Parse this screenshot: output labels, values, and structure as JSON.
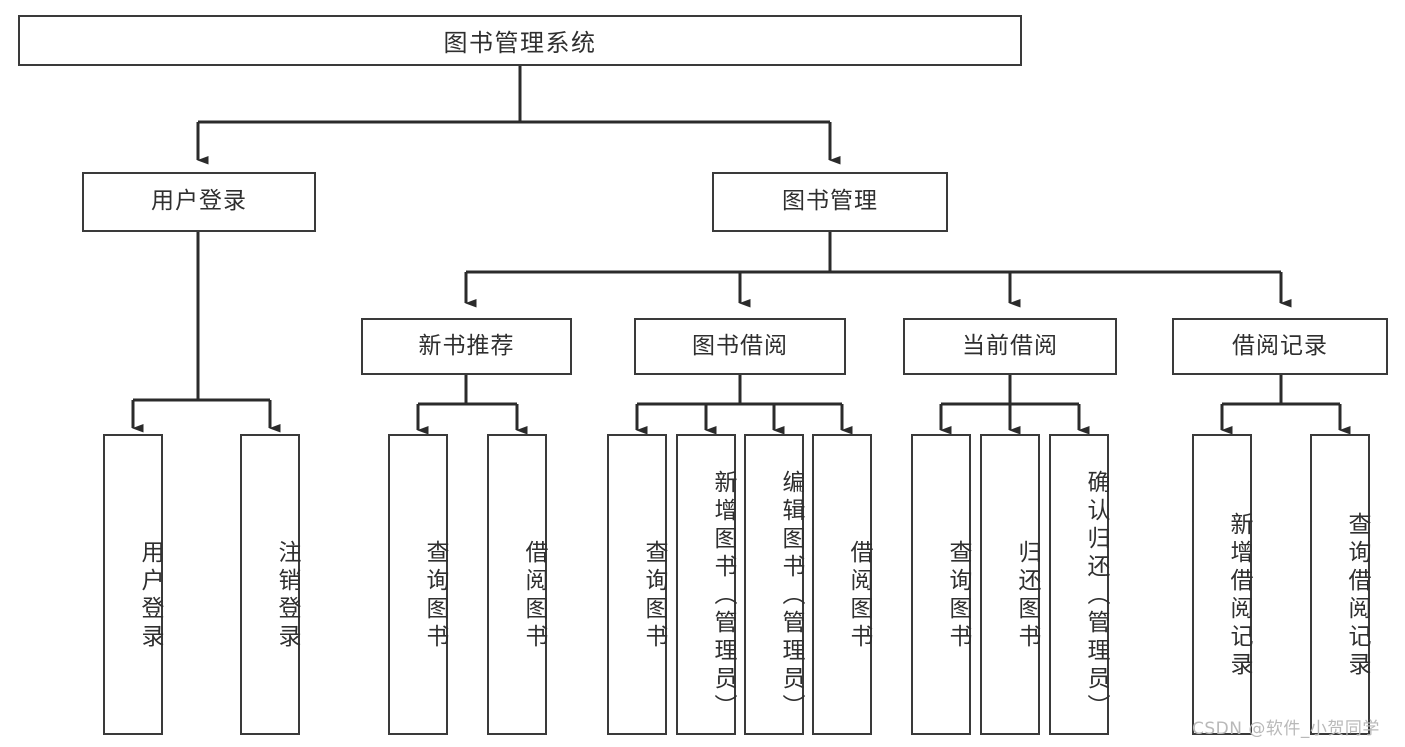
{
  "diagram": {
    "title": "图书管理系统",
    "type": "tree",
    "orientation": "top-down",
    "colors": {
      "background": "#ffffff",
      "box_border": "#3a3a3a",
      "box_fill": "#ffffff",
      "text": "#2f2f2f",
      "connector": "#2b2b2b",
      "watermark": "#b9b9b9"
    },
    "root": {
      "label": "图书管理系统"
    },
    "level2": [
      {
        "label": "用户登录"
      },
      {
        "label": "图书管理"
      }
    ],
    "level3": [
      {
        "label": "新书推荐"
      },
      {
        "label": "图书借阅"
      },
      {
        "label": "当前借阅"
      },
      {
        "label": "借阅记录"
      }
    ],
    "leaves": {
      "user_login": [
        {
          "label": "用户登录"
        },
        {
          "label": "注销登录"
        }
      ],
      "new_book_recommend": [
        {
          "label": "查询图书"
        },
        {
          "label": "借阅图书"
        }
      ],
      "book_borrow": [
        {
          "label": "查询图书"
        },
        {
          "label": "新增图书（管理员）"
        },
        {
          "label": "编辑图书（管理员）"
        },
        {
          "label": "借阅图书"
        }
      ],
      "current_borrow": [
        {
          "label": "查询图书"
        },
        {
          "label": "归还图书"
        },
        {
          "label": "确认归还（管理员）"
        }
      ],
      "borrow_record": [
        {
          "label": "新增借阅记录"
        },
        {
          "label": "查询借阅记录"
        }
      ]
    }
  },
  "watermark": {
    "text": "CSDN @软件_小贺同学"
  }
}
